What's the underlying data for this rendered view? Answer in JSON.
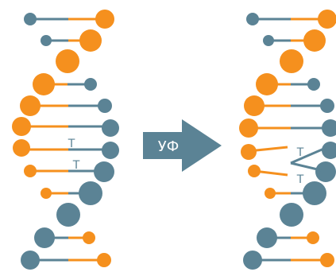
{
  "arrow": {
    "label": "УФ"
  },
  "base_letters": {
    "before": [
      "T",
      "T"
    ],
    "after": [
      "T",
      "T"
    ]
  },
  "colors": {
    "orange": "#f5901e",
    "steel_blue": "#5b8395",
    "arrow_blue": "#5b8395",
    "arrow_text": "#ffffff",
    "background": "#ffffff"
  }
}
